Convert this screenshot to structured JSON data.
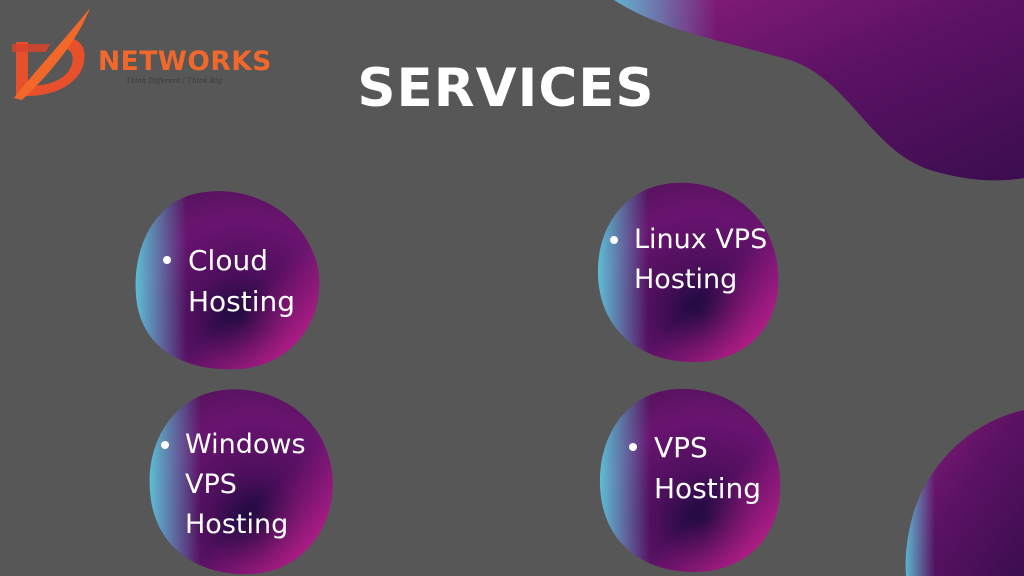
{
  "logo": {
    "word": "NETWORKS",
    "tagline": "Think Different ! Think Big",
    "brand_color": "#f2682a",
    "icon": "logo-d-swoosh"
  },
  "title": "SERVICES",
  "services": [
    {
      "line1": "Cloud",
      "line2": "Hosting",
      "line3": ""
    },
    {
      "line1": "Linux VPS",
      "line2": "Hosting",
      "line3": ""
    },
    {
      "line1": "Windows",
      "line2": "VPS",
      "line3": "Hosting"
    },
    {
      "line1": "VPS",
      "line2": "Hosting",
      "line3": ""
    }
  ],
  "colors": {
    "background": "#575757",
    "blob_purple": "#5b1463",
    "blob_cyan": "#5cc6d8",
    "blob_magenta": "#e0249a",
    "blob_dark": "#1a0b3d",
    "text": "#ffffff"
  }
}
